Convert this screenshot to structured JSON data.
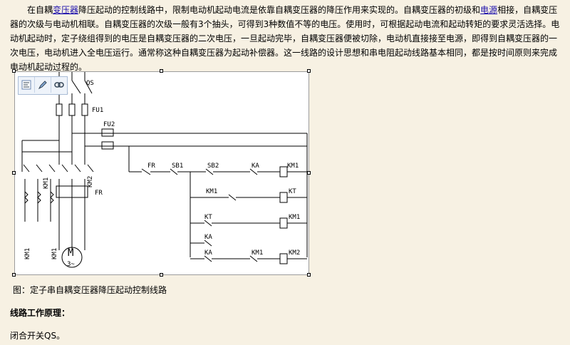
{
  "article": {
    "intro_parts": [
      "在自耦",
      "变压器",
      "降压起动的控制线路中，限制电动机起动电流是依靠自耦变压器的降压作用来实现的。自耦变压器的初级和",
      "电源",
      "相接，自耦变压器的次级与电动机相联。自耦变压器的次级一般有3个抽头，可得到3种数值不等的电压。使用时，可根据起动电流和起动转矩的要求灵活选择。电动机起动时，定子绕组得到的电压是自耦变压器的二次电压，一旦起动完毕，自耦变压器便被切除，电动机直接接至电源，即得到自耦变压器的一次电压，电动机进入全电压运行。通常称这种自耦变压器为起动补偿器。这一线路的设计思想和串电阻起动线路基本相同，都是按时间原则来完成电动机起动过程的。"
    ]
  },
  "figure": {
    "labels": {
      "qs": "QS",
      "fu1": "FU1",
      "fu2": "FU2",
      "km1_left": "KM1",
      "km2_left": "KM2",
      "fr_left": "FR",
      "km1_bottom_a": "KM1",
      "km1_bottom_b": "KM1",
      "motor": "M",
      "motor_sub": "3~",
      "fr_ctrl": "FR",
      "sb1": "SB1",
      "sb2": "SB2",
      "ka1": "KA",
      "km1_coil_1": "KM1",
      "km1_aux": "KM1",
      "kt_coil": "KT",
      "kt_contact": "KT",
      "km1_coil_2": "KM1",
      "ka2": "KA",
      "ka3": "KA",
      "km1_aux2": "KM1",
      "km2_coil": "KM2"
    }
  },
  "toolbar": {
    "icons": [
      "align-icon",
      "edit-icon",
      "link-icon"
    ]
  },
  "caption": "图：定子串自耦变压器降压起动控制线路",
  "section_title": "线路工作原理：",
  "step": "闭合开关QS。",
  "colors": {
    "background": "#f7f1e3",
    "link": "#1a0dab"
  }
}
